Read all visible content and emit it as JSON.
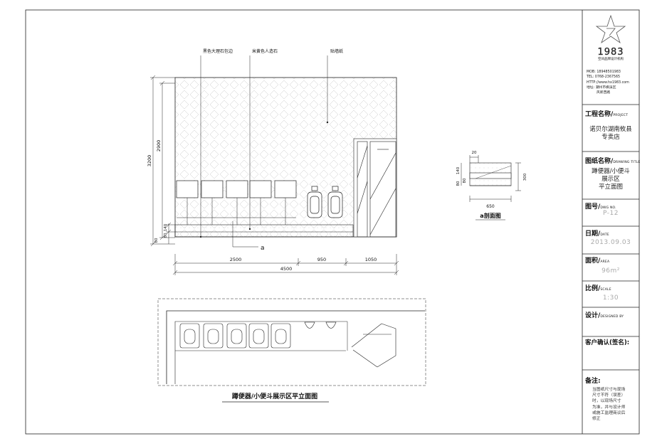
{
  "elevation": {
    "labels": {
      "black_marble": "黑色大理石包边",
      "beige_stone": "米黄色人造石",
      "wallpaper": "贴墙纸",
      "section_mark": "a"
    },
    "dims_bottom": [
      "2500",
      "950",
      "1050"
    ],
    "dim_total": "4500",
    "dims_left_outer": "3200",
    "dims_left_inner": "2900",
    "dims_left_small": [
      "140",
      "80",
      "80"
    ]
  },
  "section": {
    "title": "a剖面图",
    "dims": [
      "20",
      "80",
      "140",
      "80",
      "300",
      "650"
    ]
  },
  "plan": {
    "title": "蹲便器/小便斗展示区平立面图"
  },
  "title_block": {
    "logo_text": "1983",
    "logo_sub": "空间品牌设计机构",
    "contact": [
      "MOB: 18948501983",
      "TEL: 0768-2367565",
      "HTTP://www.hx1983.com",
      "地址: 潮州市枫溪区",
      "风新西路"
    ],
    "project_label": "工程名称",
    "project_label_en": "PROJECT",
    "project_value": [
      "诺贝尔湖南攸县",
      "专卖店"
    ],
    "drawing_label": "图纸名称",
    "drawing_label_en": "DRAWING TITLE",
    "drawing_value": [
      "蹲便器/小便斗",
      "展示区",
      "平立面图"
    ],
    "dwg_no_label": "图号",
    "dwg_no_label_en": "DWG NO.",
    "dwg_no_value": "P-12",
    "date_label": "日期",
    "date_label_en": "DATE",
    "date_value": "2013.09.03",
    "area_label": "面积",
    "area_label_en": "AREA",
    "area_value": "96m²",
    "scale_label": "比例",
    "scale_label_en": "SCALE",
    "scale_value": "1:30",
    "design_label": "设计",
    "design_label_en": "DESIGNED BY",
    "client_label": "客户确认(签名):",
    "notes_label": "备注:",
    "notes": [
      "当图纸尺寸与现场",
      "尺寸不符（误差）",
      "时，以现场尺寸",
      "为准，并与设计师",
      "或施工监理商议后",
      "修正"
    ]
  }
}
